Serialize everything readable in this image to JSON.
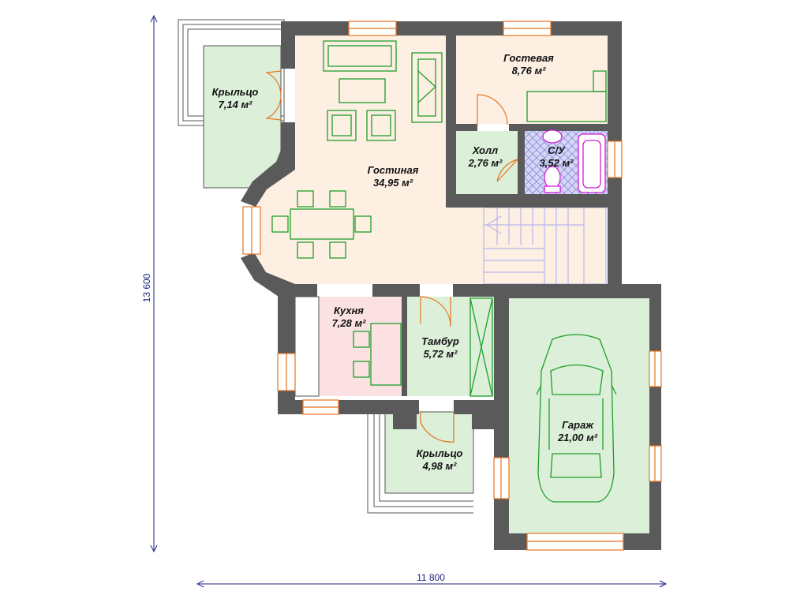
{
  "plan": {
    "rooms": {
      "krylco1": {
        "name": "Крыльцо",
        "area": "7,14 м²"
      },
      "gostinaya": {
        "name": "Гостиная",
        "area": "34,95 м²"
      },
      "gostevaya": {
        "name": "Гостевая",
        "area": "8,76 м²"
      },
      "holl": {
        "name": "Холл",
        "area": "2,76 м²"
      },
      "su": {
        "name": "С/У",
        "area": "3,52 м²"
      },
      "kuhnya": {
        "name": "Кухня",
        "area": "7,28 м²"
      },
      "tambur": {
        "name": "Тамбур",
        "area": "5,72 м²"
      },
      "krylco2": {
        "name": "Крыльцо",
        "area": "4,98 м²"
      },
      "garazh": {
        "name": "Гараж",
        "area": "21,00 м²"
      }
    },
    "dimensions": {
      "width": "11 800",
      "height": "13 600"
    },
    "colors": {
      "wall": "#5a5a5a",
      "porch": "#dcefd9",
      "living": "#fdefe2",
      "guest": "#fdefe2",
      "hall": "#dcefd9",
      "bath": "#d6d6f5",
      "kitchen": "#fbe1e1",
      "garage": "#dcefd9",
      "furniture": "#1f9e2a",
      "door": "#e8731e",
      "dimension": "#1a237e",
      "stair": "#b9b6ee",
      "fixture": "#d21ed8"
    }
  }
}
